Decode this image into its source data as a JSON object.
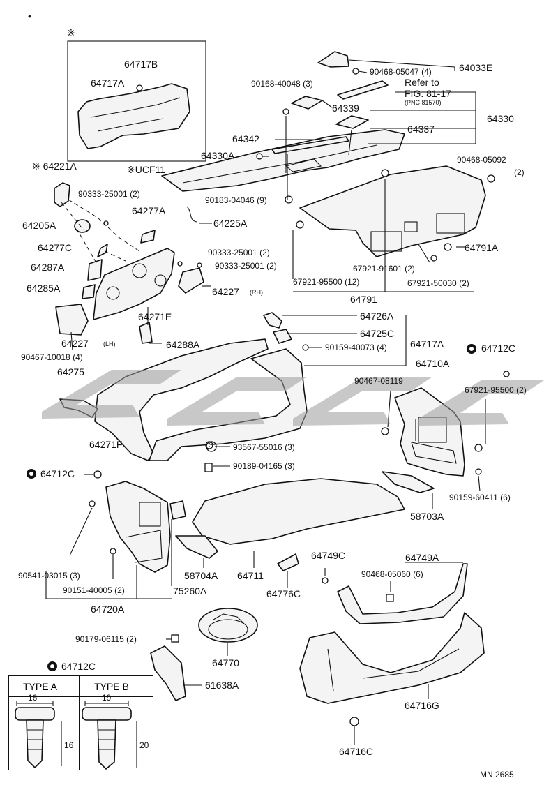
{
  "diagram": {
    "corner_mark": "•",
    "inset_marker": "※",
    "drawing_code": "MN 2685",
    "labels": {
      "p64717B": "64717B",
      "p64717A_inset": "64717A",
      "p64033E": "64033E",
      "p90468_05047": "90468-05047 (4)",
      "p90168_40048": "90168-40048 (3)",
      "refer_to": "Refer to",
      "fig_ref": "FIG. 81-17",
      "pnc_ref": "(PNC 81570)",
      "p64339": "64339",
      "p64330": "64330",
      "p64337": "64337",
      "p64342": "64342",
      "p64330A": "64330A",
      "p90468_05092": "90468-05092",
      "p90468_05092_qty": "(2)",
      "p64221A": "※ 64221A",
      "ucf11": "※UCF11",
      "p90333_25001_a": "90333-25001 (2)",
      "p90183_04046": "90183-04046 (9)",
      "p64277A": "64277A",
      "p64205A": "64205A",
      "p64225A": "64225A",
      "p64277C": "64277C",
      "p90333_25001_b": "90333-25001 (2)",
      "p64287A": "64287A",
      "p90333_25001_c": "90333-25001 (2)",
      "p64285A": "64285A",
      "p64227_rh": "64227",
      "rh": "(RH)",
      "p64791A": "64791A",
      "p67921_91601": "67921-91601 (2)",
      "p67921_95500_a": "67921-95500 (12)",
      "p67921_50030": "67921-50030 (2)",
      "p64791": "64791",
      "p64271E": "64271E",
      "p64227_lh": "64227",
      "lh": "(LH)",
      "p64288A": "64288A",
      "p90467_10018": "90467-10018 (4)",
      "p64726A": "64726A",
      "p64725C": "64725C",
      "p90159_40073": "90159-40073 (4)",
      "p64717A": "64717A",
      "p64712C_a": "64712C",
      "p64275": "64275",
      "p64710A": "64710A",
      "p90467_08119": "90467-08119",
      "p67921_95500_b": "67921-95500 (2)",
      "p64271F": "64271F",
      "p93567_55016": "93567-55016 (3)",
      "s_mark": "S",
      "p90189_04165": "90189-04165 (3)",
      "p64712C_b": "64712C",
      "p90159_60411": "90159-60411 (6)",
      "p58703A": "58703A",
      "p64749C": "64749C",
      "p64749A": "64749A",
      "p90541_03015": "90541-03015 (3)",
      "p58704A": "58704A",
      "p64711": "64711",
      "p90468_05060": "90468-05060 (6)",
      "p90151_40005": "90151-40005 (2)",
      "p75260A": "75260A",
      "p64776C": "64776C",
      "p64720A": "64720A",
      "p90179_06115": "90179-06115 (2)",
      "p64770": "64770",
      "p64712C_c": "64712C",
      "p61638A": "61638A",
      "p64716G": "64716G",
      "p64716C": "64716C"
    },
    "clip_table": {
      "type_a": "TYPE A",
      "type_b": "TYPE B",
      "a_width": "16",
      "a_height": "16",
      "b_width": "19",
      "b_height": "20"
    }
  }
}
